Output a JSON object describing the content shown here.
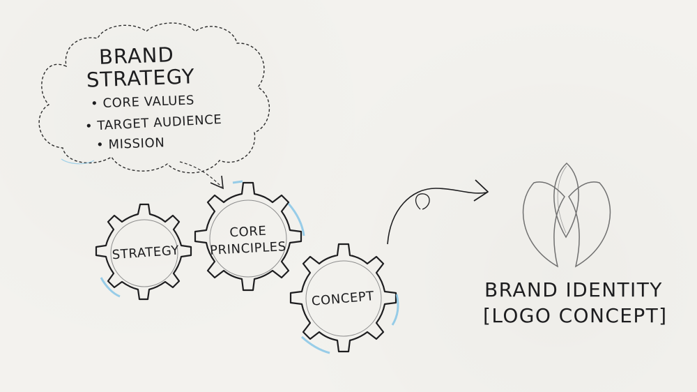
{
  "cloud": {
    "title_line1": "BRAND",
    "title_line2": "STRATEGY",
    "bullets": [
      "• CORE VALUES",
      "• TARGET AUDIENCE",
      "• MISSION"
    ]
  },
  "gears": [
    {
      "label_line1": "STRATEGY",
      "label_line2": ""
    },
    {
      "label_line1": "CORE",
      "label_line2": "PRINCIPLES"
    },
    {
      "label_line1": "CONCEPT",
      "label_line2": ""
    }
  ],
  "identity": {
    "line1": "BRAND IDENTITY",
    "line2": "[LOGO CONCEPT]"
  },
  "colors": {
    "ink": "#1d1d1f",
    "accent_blue": "#7fc3e6",
    "paper": "#f3f2ee"
  },
  "icons": [
    "thought-cloud",
    "gear",
    "curved-arrow",
    "logo-sketch"
  ]
}
